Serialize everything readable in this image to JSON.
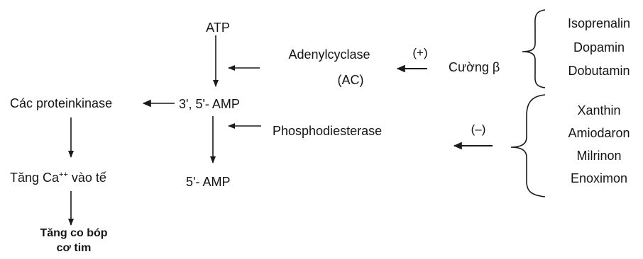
{
  "nodes": {
    "atp": "ATP",
    "adenylcyclase": "Adenylcyclase",
    "ac": "(AC)",
    "plus": "(+)",
    "cuong_beta": "Cường β",
    "camp": "3', 5'- AMP",
    "proteinkinase": "Các proteinkinase",
    "phosphodiesterase": "Phosphodiesterase",
    "minus": "(–)",
    "amp5": "5'- AMP",
    "tang_ca_prefix": "Tăng Ca",
    "tang_ca_sup": "++",
    "tang_ca_suffix": " vào tế",
    "tang_co_line1": "Tăng co bóp",
    "tang_co_line2": "cơ tim"
  },
  "beta_agonists": [
    "Isoprenalin",
    "Dopamin",
    "Dobutamin"
  ],
  "pde_inhibitors": [
    "Xanthin",
    "Amiodaron",
    "Milrinon",
    "Enoximon"
  ]
}
